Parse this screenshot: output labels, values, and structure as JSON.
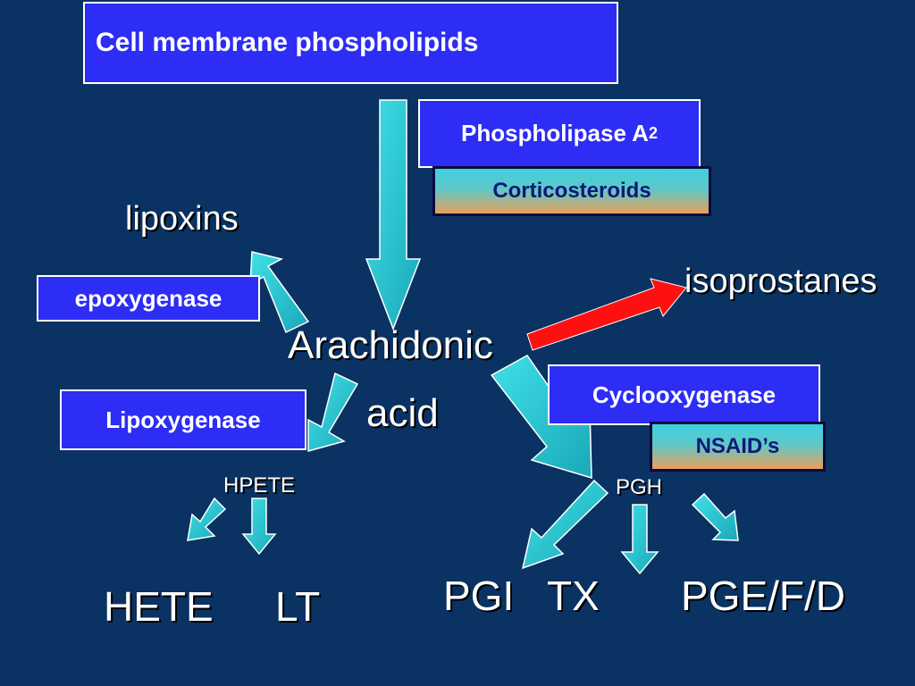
{
  "nodes": {
    "membrane": "Cell membrane phospholipids",
    "phospholipase": "Phospholipase A",
    "phospholipase_sub": "2",
    "corticosteroids": "Corticosteroids",
    "lipoxins": "lipoxins",
    "epoxygenase": "epoxygenase",
    "isoprostanes": "isoprostanes",
    "arachidonic": "Arachidonic",
    "acid": "acid",
    "cyclooxygenase": "Cyclooxygenase",
    "nsaids": "NSAID’s",
    "lipoxygenase": "Lipoxygenase",
    "hpete": "HPETE",
    "pgh": "PGH",
    "hete": "HETE",
    "lt": "LT",
    "pgi": "PGI",
    "tx": "TX",
    "pge": "PGE/F/D"
  },
  "colors": {
    "background": "#0a3262",
    "enzyme_box": "#2d2df5",
    "arrow": "#22c8d0",
    "highlight_arrow": "#ff1010"
  }
}
